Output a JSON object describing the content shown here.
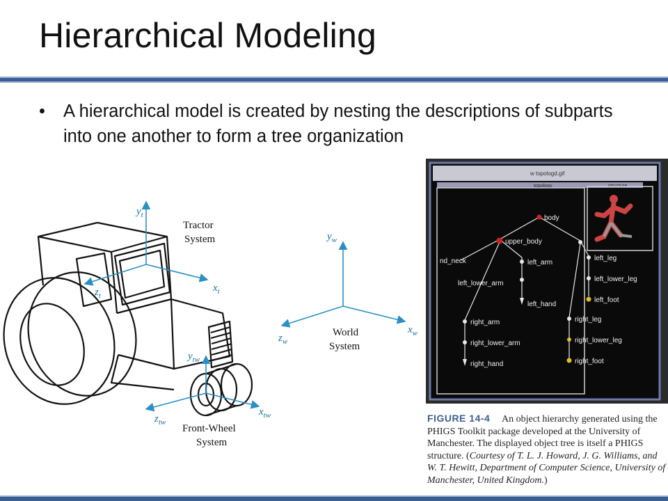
{
  "slide": {
    "title": "Hierarchical Modeling",
    "bullet_symbol": "•",
    "bullet_text": "A hierarchical model is created by nesting the descriptions of subparts into one another to form a tree organization",
    "accent_color": "#3a5d92"
  },
  "tractor_diagram": {
    "labels": {
      "tractor_system_1": "Tractor",
      "tractor_system_2": "System",
      "world_system_1": "World",
      "world_system_2": "System",
      "front_wheel_1": "Front-Wheel",
      "front_wheel_2": "System",
      "yt": "y",
      "yt_sub": "t",
      "xt": "x",
      "xt_sub": "t",
      "zt": "z",
      "zt_sub": "t",
      "yw": "y",
      "yw_sub": "w",
      "xw": "x",
      "xw_sub": "w",
      "zw": "z",
      "zw_sub": "w",
      "ytw": "y",
      "ytw_sub": "tw",
      "xtw": "x",
      "xtw_sub": "tw",
      "ztw": "z",
      "ztw_sub": "tw"
    }
  },
  "phigs_figure": {
    "panel_title": "topology",
    "panel_title_right": "structure",
    "window_title": "w topologd.gif",
    "nodes": {
      "body": "body",
      "upper_body": "upper_body",
      "head_neck": "nd_neck",
      "left_arm": "left_arm",
      "left_lower_arm": "left_lower_arm",
      "left_hand": "left_hand",
      "right_arm": "right_arm",
      "right_lower_arm": "right_lower_arm",
      "right_hand": "right_hand",
      "left_leg": "left_leg",
      "left_lower_leg": "left_lower_leg",
      "left_foot": "left_foot",
      "right_leg": "right_leg",
      "right_lower_leg": "right_lower_leg",
      "right_foot": "right_foot"
    }
  },
  "caption": {
    "figure_label": "FIGURE 14-4",
    "text_plain": "An object hierarchy generated using the PHIGS Toolkit package developed at the University of Manchester. The displayed object tree is itself a PHIGS structure. (",
    "text_italic": "Courtesy of T. L. J. Howard, J. G. Williams, and W. T. Hewitt, Department of Computer Science, University of Manchester, United Kingdom.",
    "text_close": ")"
  }
}
